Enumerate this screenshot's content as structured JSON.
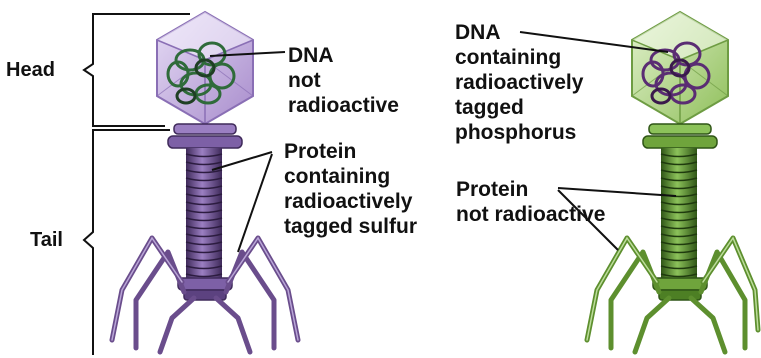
{
  "left_phage": {
    "section_labels": {
      "head": "Head",
      "tail": "Tail"
    },
    "dna_label": [
      "DNA",
      "not",
      "radioactive"
    ],
    "protein_label": [
      "Protein",
      "containing",
      "radioactively",
      "tagged sulfur"
    ],
    "colors": {
      "capsid": "#b39ad6",
      "capsid_edge": "#8a6fb5",
      "tail": "#6a4d8c",
      "tail_dark": "#3f2a5a",
      "dna": "#2f6b3a"
    }
  },
  "right_phage": {
    "dna_label": [
      "DNA",
      "containing",
      "radioactively",
      "tagged",
      "phosphorus"
    ],
    "protein_label": [
      "Protein",
      "not radioactive"
    ],
    "colors": {
      "capsid": "#a8cf7a",
      "capsid_edge": "#6e9c43",
      "tail": "#5d8f2e",
      "tail_dark": "#2f5516",
      "dna": "#5a2d73"
    }
  }
}
